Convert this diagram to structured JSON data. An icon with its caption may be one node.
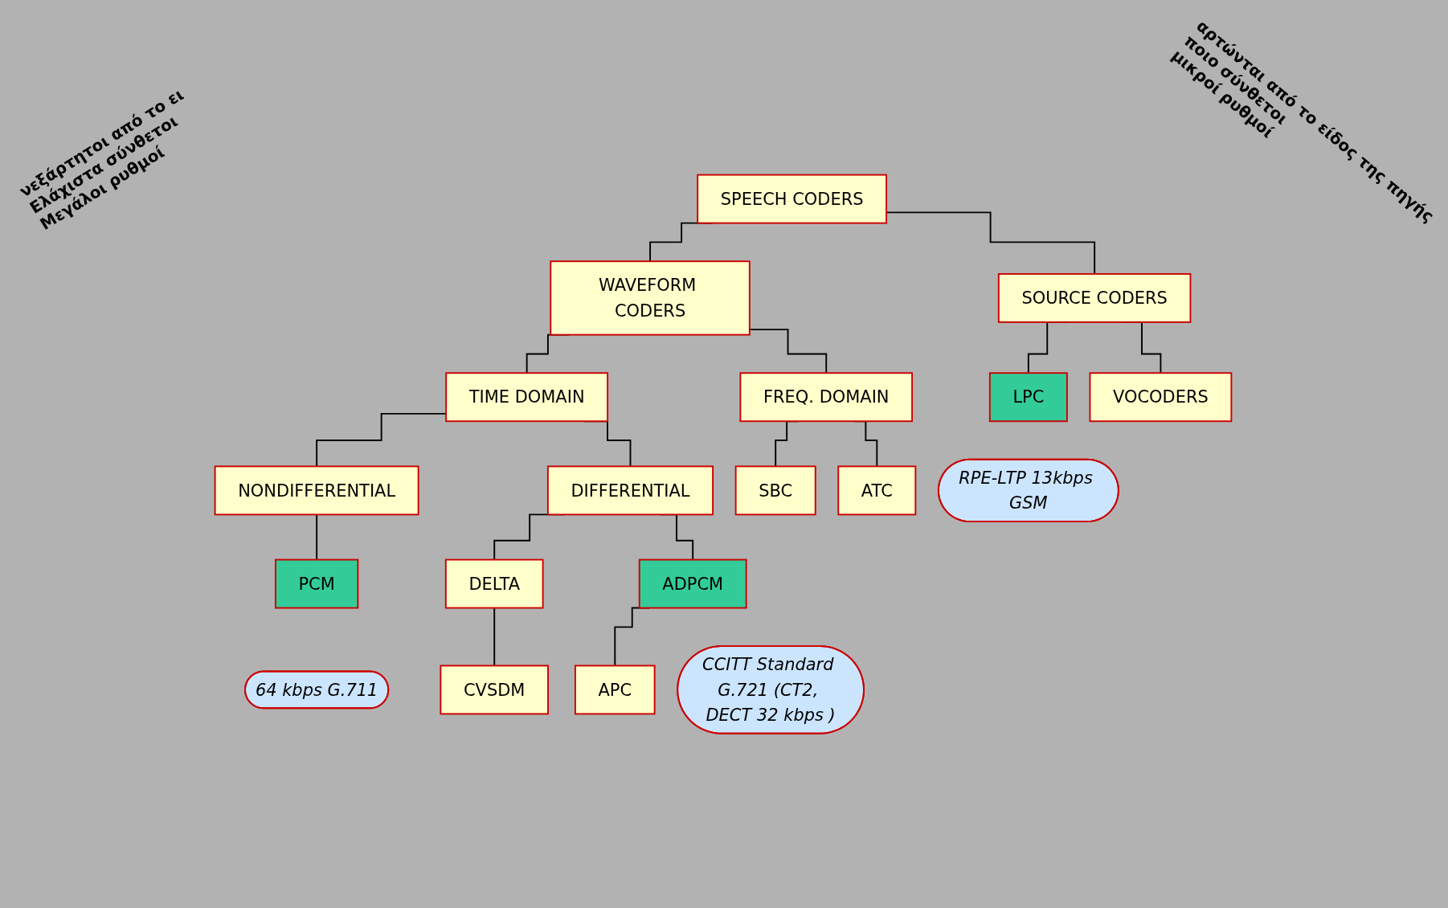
{
  "diagram": {
    "nodes": [
      {
        "text": [
          "SPEECH CODERS"
        ]
      },
      {
        "text": [
          "WAVEFORM CODERS"
        ]
      },
      {
        "text": [
          "SOURCE CODERS"
        ]
      },
      {
        "text": [
          "TIME DOMAIN"
        ]
      },
      {
        "text": [
          "FREQ. DOMAIN"
        ]
      },
      {
        "text": [
          "LPC"
        ]
      },
      {
        "text": [
          "RPE-LTP 13kbps GSM"
        ]
      },
      {
        "text": [
          "NONDIFFERENTIAL"
        ]
      },
      {
        "text": [
          "DIFFERENTIAL"
        ]
      },
      {
        "text": [
          "VOCODERS"
        ]
      },
      {
        "text": [
          "PCM"
        ]
      },
      {
        "text": [
          "64 kbps G.711"
        ]
      },
      {
        "text": [
          "SBC"
        ]
      },
      {
        "text": [
          "ATC"
        ]
      },
      {
        "text": [
          "DELTA"
        ]
      },
      {
        "text": [
          "ADPCM"
        ]
      },
      {
        "text": [
          "CCITT Standard G.721 (CT2, DECT 32 kbps )"
        ]
      },
      {
        "text": [
          "CVSDM"
        ]
      },
      {
        "text": [
          "APC"
        ]
      }
    ],
    "edges": [
      {
        "from": 0,
        "to": 1,
        "arrow": "none"
      },
      {
        "from": 0,
        "to": 2,
        "arrow": "none"
      },
      {
        "from": 1,
        "to": 3,
        "arrow": "none"
      },
      {
        "from": 1,
        "to": 4,
        "arrow": "none"
      },
      {
        "from": 2,
        "to": 5,
        "arrow": "none"
      },
      {
        "from": 2,
        "to": 9,
        "arrow": "none"
      },
      {
        "from": 3,
        "to": 7,
        "arrow": "none"
      },
      {
        "from": 3,
        "to": 8,
        "arrow": "none"
      },
      {
        "from": 4,
        "to": 12,
        "arrow": "none"
      },
      {
        "from": 4,
        "to": 13,
        "arrow": "none"
      },
      {
        "from": 7,
        "to": 10,
        "arrow": "none"
      },
      {
        "from": 8,
        "to": 14,
        "arrow": "none"
      },
      {
        "from": 8,
        "to": 15,
        "arrow": "none"
      },
      {
        "from": 14,
        "to": 17,
        "arrow": "none"
      },
      {
        "from": 15,
        "to": 18,
        "arrow": "none"
      }
    ],
    "labels": [
      "νεξάρτητοι από το ει",
      "Ελάχιστα σύνθετοι",
      "Μεγάλοι ρυθμοί",
      "αρτώνται από το είδος της πηγής",
      "ποιο σύνθετοι",
      "μικροί ρυθμοί"
    ]
  }
}
